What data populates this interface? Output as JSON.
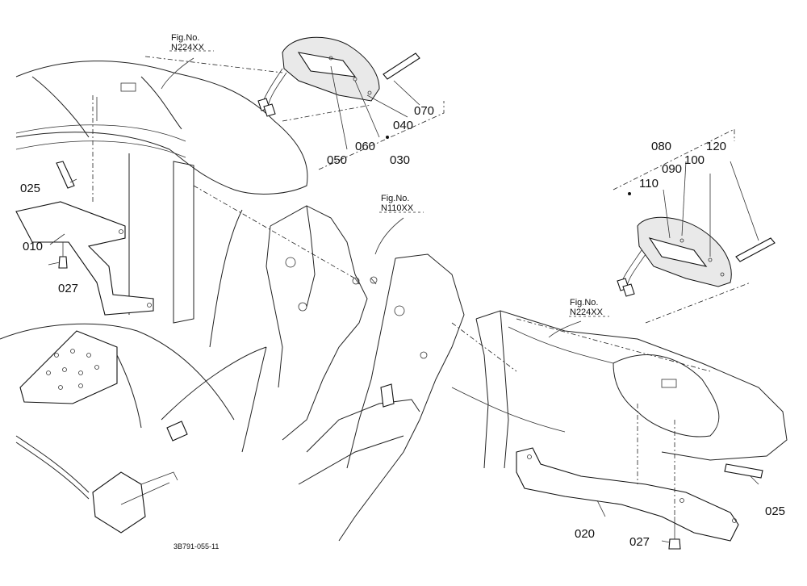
{
  "diagram": {
    "fig_refs": [
      {
        "id": "fig-top",
        "line1": "Fig.No.",
        "line2": "N224XX"
      },
      {
        "id": "fig-mid",
        "line1": "Fig.No.",
        "line2": "N110XX"
      },
      {
        "id": "fig-right",
        "line1": "Fig.No.",
        "line2": "N224XX"
      }
    ],
    "part_labels": {
      "p025_left": "025",
      "p010": "010",
      "p027_left": "027",
      "p070": "070",
      "p040": "040",
      "p060": "060",
      "p050": "050",
      "p030": "030",
      "p080": "080",
      "p120": "120",
      "p090": "090",
      "p100": "100",
      "p110": "110",
      "p025_right": "025",
      "p020": "020",
      "p027_right": "027"
    },
    "drawing_code": "3B791-055-11"
  }
}
